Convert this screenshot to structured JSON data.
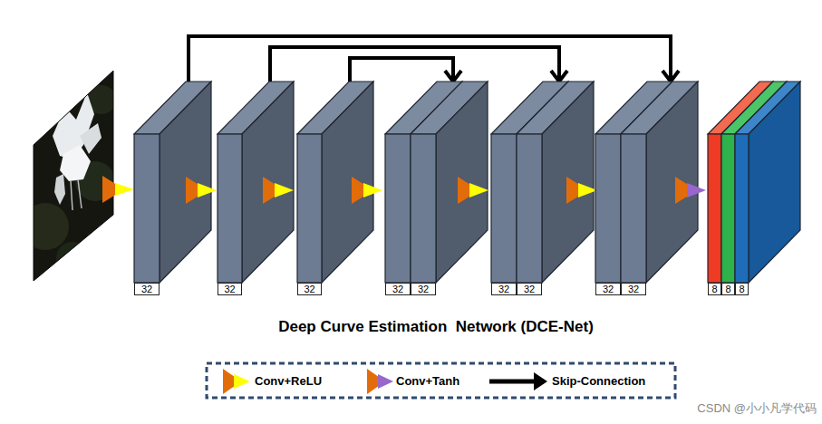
{
  "diagram": {
    "title": "Deep Curve Estimation  Network (DCE-Net)",
    "nodes": [
      {
        "text": [
          "32"
        ]
      },
      {
        "text": [
          "32"
        ]
      },
      {
        "text": [
          "32"
        ]
      },
      {
        "text": [
          "32",
          "32"
        ]
      },
      {
        "text": [
          "32",
          "32"
        ]
      },
      {
        "text": [
          "32",
          "32"
        ]
      },
      {
        "text": [
          "8",
          "8",
          "8"
        ]
      }
    ],
    "edges": [
      {
        "from": 0,
        "to": 5,
        "arrow": "to"
      },
      {
        "from": 1,
        "to": 4,
        "arrow": "to"
      },
      {
        "from": 2,
        "to": 3,
        "arrow": "to"
      }
    ],
    "labels": [
      "CSDN @小小凡学代码"
    ],
    "legend": [
      {
        "text": "Conv+ReLU"
      },
      {
        "text": "Conv+Tanh"
      },
      {
        "text": "Skip-Connection"
      }
    ]
  }
}
